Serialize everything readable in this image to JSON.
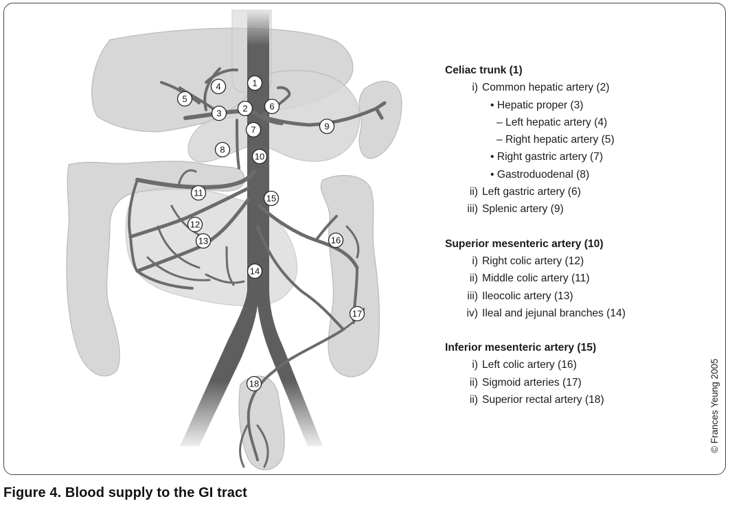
{
  "caption": "Figure 4. Blood supply to the GI tract",
  "copyright": "© Frances Yeung 2005",
  "markers": [
    "1",
    "2",
    "3",
    "4",
    "5",
    "6",
    "7",
    "8",
    "9",
    "10",
    "11",
    "12",
    "13",
    "14",
    "15",
    "16",
    "17",
    "18"
  ],
  "legend": {
    "celiac": {
      "title": "Celiac trunk (1)",
      "items": [
        {
          "roman": "i)",
          "label": "Common hepatic artery (2)"
        },
        {
          "bullet": "•",
          "label": "Hepatic proper (3)"
        },
        {
          "dash": "–",
          "label": "Left hepatic artery (4)"
        },
        {
          "dash": "–",
          "label": "Right hepatic artery (5)"
        },
        {
          "bullet": "•",
          "label": "Right gastric artery (7)"
        },
        {
          "bullet": "•",
          "label": "Gastroduodenal (8)"
        },
        {
          "roman": "ii)",
          "label": "Left gastric artery (6)"
        },
        {
          "roman": "iii)",
          "label": "Splenic artery (9)"
        }
      ]
    },
    "sma": {
      "title": "Superior mesenteric artery (10)",
      "items": [
        {
          "roman": "i)",
          "label": "Right colic artery (12)"
        },
        {
          "roman": "ii)",
          "label": "Middle colic artery (11)"
        },
        {
          "roman": "iii)",
          "label": "Ileocolic artery (13)"
        },
        {
          "roman": "iv)",
          "label": "Ileal and jejunal branches (14)"
        }
      ]
    },
    "ima": {
      "title": "Inferior mesenteric artery (15)",
      "items": [
        {
          "roman": "i)",
          "label": "Left colic artery (16)"
        },
        {
          "roman": "ii)",
          "label": "Sigmoid arteries (17)"
        },
        {
          "roman": "ii)",
          "label": "Superior rectal artery (18)"
        }
      ]
    }
  }
}
